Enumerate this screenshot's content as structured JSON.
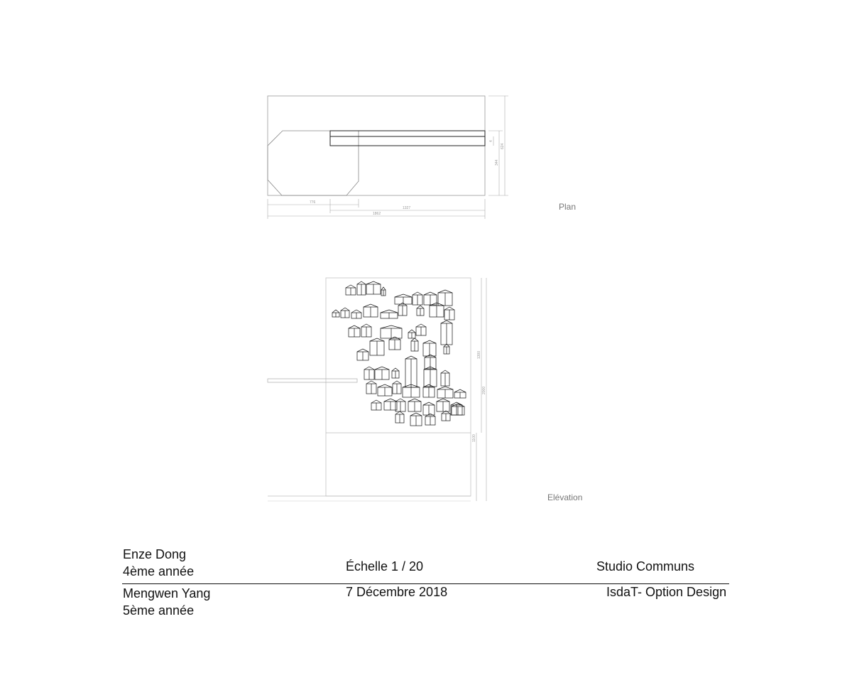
{
  "drawing": {
    "plan_label": "Plan",
    "elevation_label": "Elévation",
    "plan_dims": {
      "d1": "776",
      "d2": "1327",
      "d3": "1862",
      "v1": "624",
      "v2": "344",
      "v3": "4"
    },
    "elevation_dims": {
      "v1": "1300",
      "v2": "2000",
      "v3": "1100"
    }
  },
  "title_block": {
    "author_1_name": "Enze Dong",
    "author_1_year": "4ème année",
    "author_2_name": "Mengwen Yang",
    "author_2_year": "5ème année",
    "scale": "Échelle 1 / 20",
    "date": "7 Décembre 2018",
    "studio": "Studio Communs",
    "school": "IsdaT- Option Design"
  },
  "colors": {
    "line": "#888888",
    "dark_line": "#222222",
    "text": "#111111"
  }
}
